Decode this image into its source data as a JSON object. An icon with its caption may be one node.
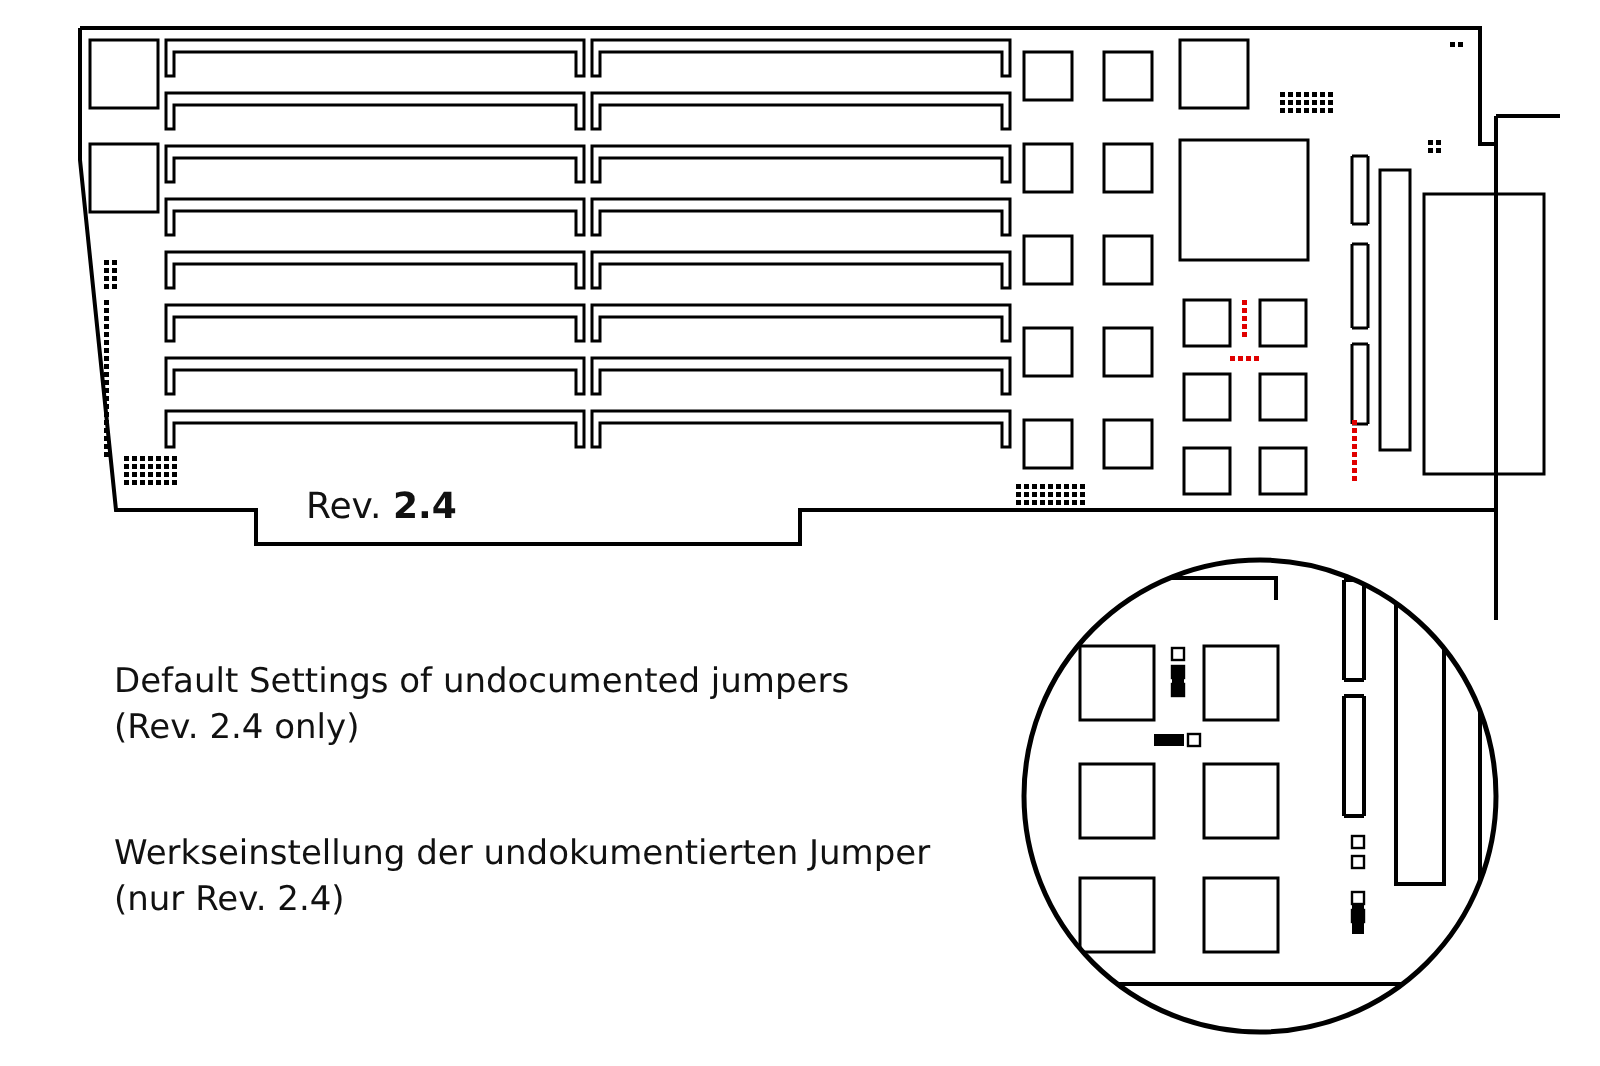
{
  "diagram": {
    "labels": [
      "Rev. **2.4**",
      "Default Settings of undocumented jumpers",
      "(Rev. 2.4 only)",
      "Werkseinstellung der undokumentierten Jumper",
      "(nur Rev. 2.4)"
    ]
  }
}
